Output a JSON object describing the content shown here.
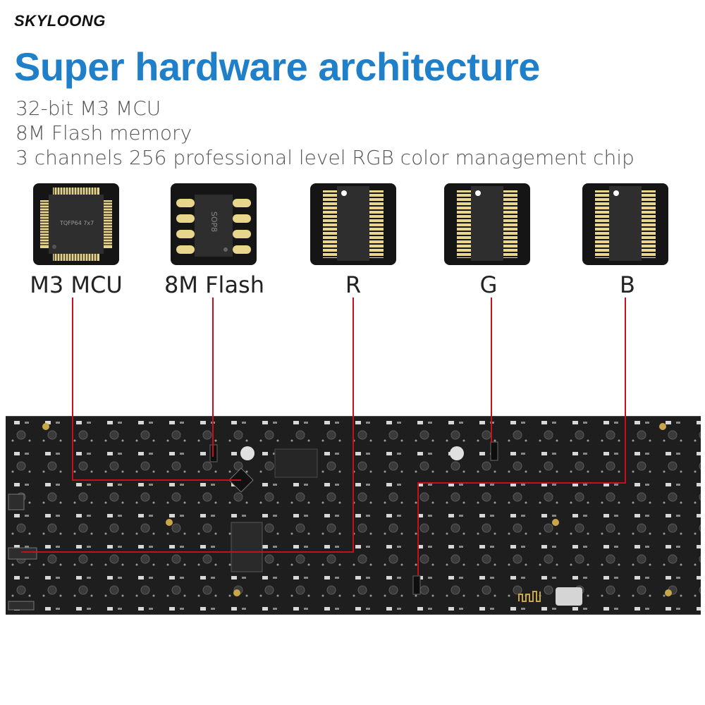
{
  "brand": {
    "logo_text": "SKYLOONG"
  },
  "title": "Super hardware architecture",
  "specs": [
    "32-bit M3 MCU",
    "8M Flash memory",
    "3 channels 256 professional level RGB color management chip"
  ],
  "chips": [
    {
      "label": "M3 MCU",
      "marking": "TQFP64 7x7",
      "icon": "qfp-chip-icon"
    },
    {
      "label": "8M Flash",
      "marking": "SOP8",
      "icon": "sop8-chip-icon"
    },
    {
      "label": "R",
      "marking": "",
      "icon": "rgb-driver-chip-icon"
    },
    {
      "label": "G",
      "marking": "",
      "icon": "rgb-driver-chip-icon"
    },
    {
      "label": "B",
      "marking": "",
      "icon": "rgb-driver-chip-icon"
    }
  ],
  "colors": {
    "title": "#1f7fc8",
    "connector_line": "#c8101c",
    "pcb": "#1e1e1e",
    "chip_background": "#151515",
    "pin_gold": "#e8d68c"
  },
  "board": {
    "icon": "keyboard-pcb-icon"
  }
}
